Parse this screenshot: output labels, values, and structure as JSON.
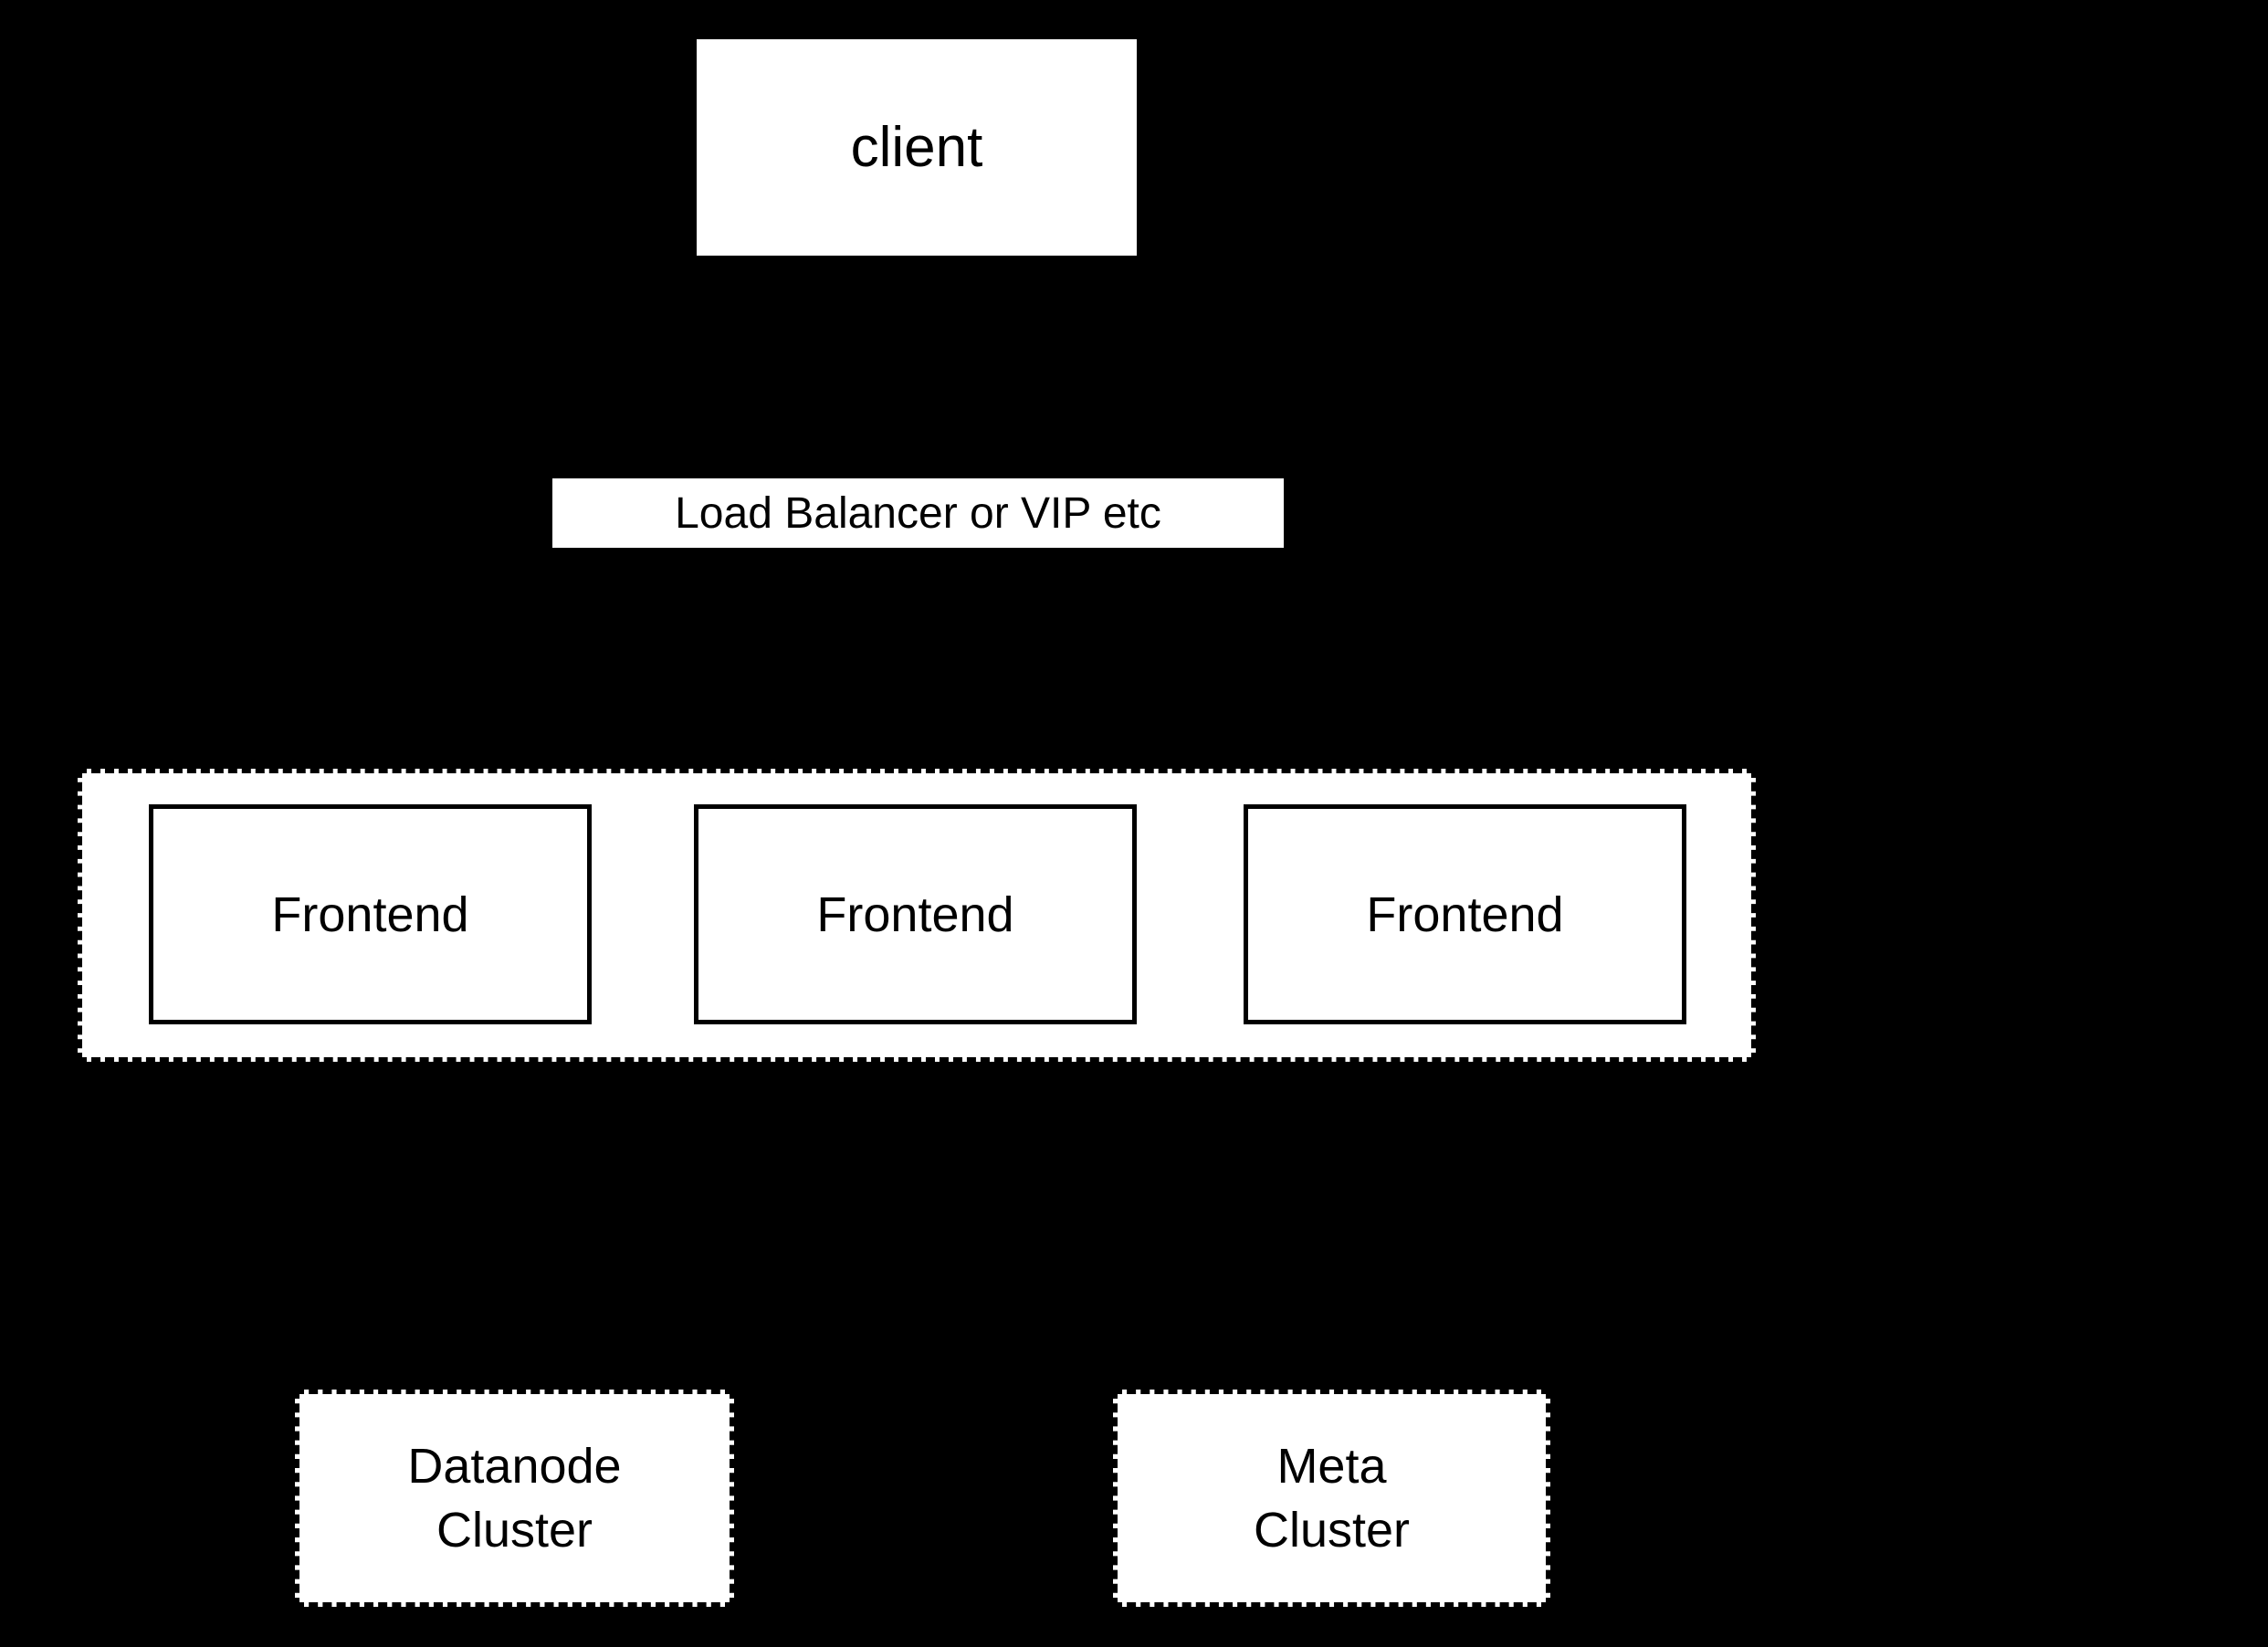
{
  "colors": {
    "background": "#000000",
    "node_fill": "#ffffff",
    "node_text": "#000000",
    "line": "#000000"
  },
  "nodes": {
    "client": {
      "label": "client"
    },
    "load_balancer": {
      "label": "Load Balancer or VIP etc"
    },
    "frontends": [
      {
        "label": "Frontend"
      },
      {
        "label": "Frontend"
      },
      {
        "label": "Frontend"
      }
    ],
    "datanode_cluster": {
      "label": "Datanode\nCluster"
    },
    "meta_cluster": {
      "label": "Meta\nCluster"
    }
  }
}
